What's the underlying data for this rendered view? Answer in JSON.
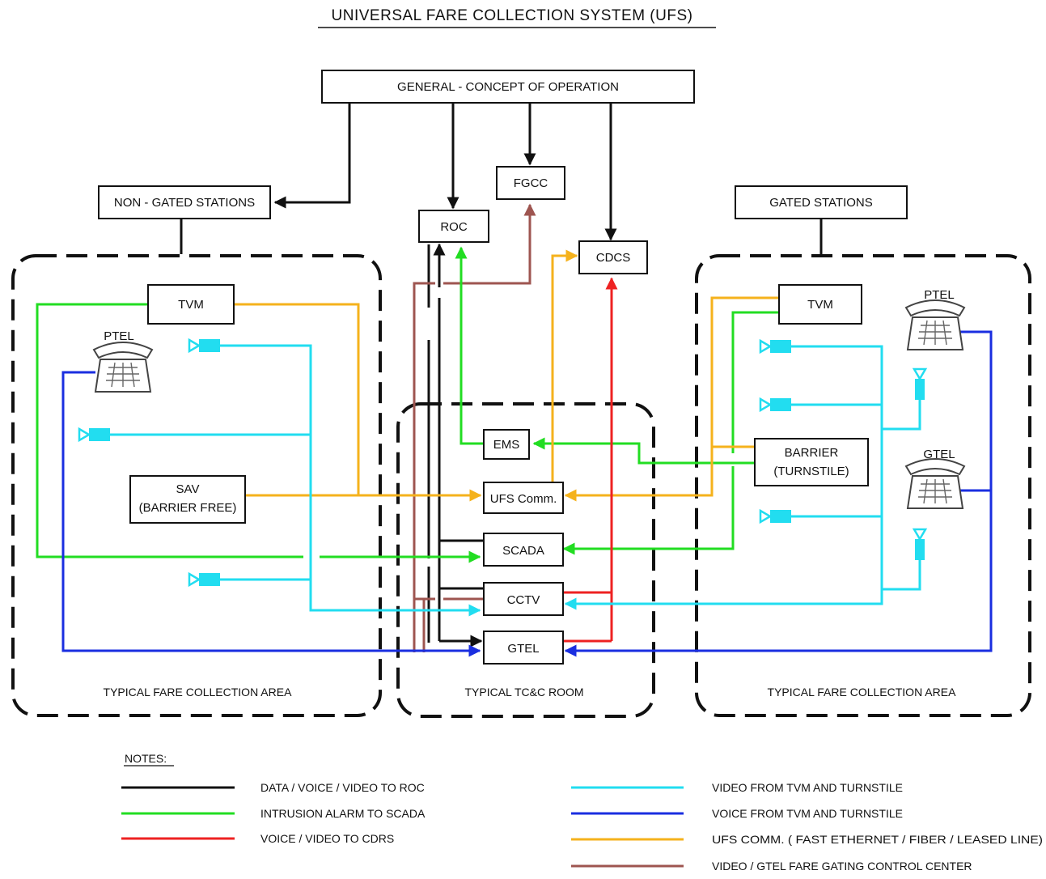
{
  "title": "UNIVERSAL FARE COLLECTION SYSTEM (UFS)",
  "nodes": {
    "general": "GENERAL - CONCEPT OF OPERATION",
    "non_gated": "NON - GATED STATIONS",
    "gated": "GATED STATIONS",
    "roc": "ROC",
    "fgcc": "FGCC",
    "cdcs": "CDCS",
    "tvm_left": "TVM",
    "tvm_right": "TVM",
    "ptel_left": "PTEL",
    "ptel_right": "PTEL",
    "gtel_right": "GTEL",
    "sav_line1": "SAV",
    "sav_line2": "(BARRIER FREE)",
    "barrier_line1": "BARRIER",
    "barrier_line2": "(TURNSTILE)",
    "ems": "EMS",
    "ufs_comm": "UFS Comm.",
    "scada": "SCADA",
    "cctv": "CCTV",
    "gtel_room": "GTEL"
  },
  "areas": {
    "left": "TYPICAL FARE COLLECTION AREA",
    "center": "TYPICAL TC&C ROOM",
    "right": "TYPICAL FARE COLLECTION AREA"
  },
  "notes": {
    "heading": "NOTES:",
    "items": [
      {
        "label": "DATA / VOICE / VIDEO TO ROC",
        "color": "#111111"
      },
      {
        "label": "INTRUSION ALARM TO SCADA",
        "color": "#22dd22"
      },
      {
        "label": "VOICE / VIDEO TO CDRS",
        "color": "#ee2222"
      },
      {
        "label": "VIDEO FROM TVM AND TURNSTILE",
        "color": "#22ddf0"
      },
      {
        "label": "VOICE FROM TVM AND TURNSTILE",
        "color": "#1a2ee0"
      },
      {
        "label": "UFS COMM. ( FAST ETHERNET / FIBER / LEASED LINE)",
        "color": "#f5b21c"
      },
      {
        "label": "VIDEO / GTEL FARE GATING CONTROL CENTER",
        "color": "#9e5550"
      }
    ]
  },
  "colors": {
    "black": "#111111",
    "green": "#22dd22",
    "red": "#ee2222",
    "cyan": "#22ddf0",
    "blue": "#1a2ee0",
    "orange": "#f5b21c",
    "brown": "#9e5550"
  }
}
